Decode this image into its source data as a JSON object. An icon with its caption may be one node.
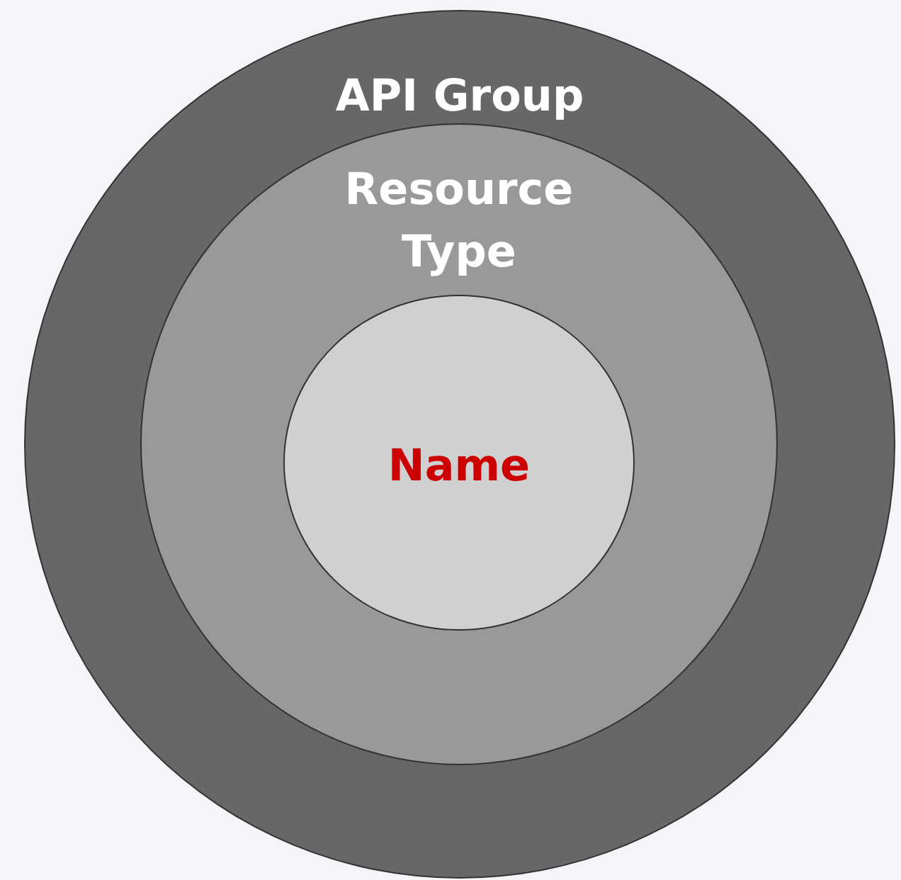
{
  "diagram": {
    "nodes": [
      {
        "text": [
          "API Group"
        ]
      },
      {
        "text": [
          "Resource Type"
        ],
        "in": 0
      },
      {
        "text": [
          "Name"
        ],
        "in": 1
      }
    ]
  }
}
